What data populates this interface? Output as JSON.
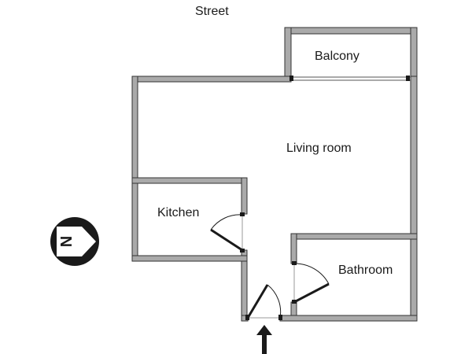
{
  "labels": {
    "street": "Street",
    "balcony": "Balcony",
    "living_room": "Living room",
    "kitchen": "Kitchen",
    "bathroom": "Bathroom"
  },
  "compass": {
    "letter": "N",
    "direction": "east"
  },
  "colors": {
    "wall_fill": "#aaaaaa",
    "wall_stroke": "#333333",
    "line": "#1a1a1a"
  }
}
